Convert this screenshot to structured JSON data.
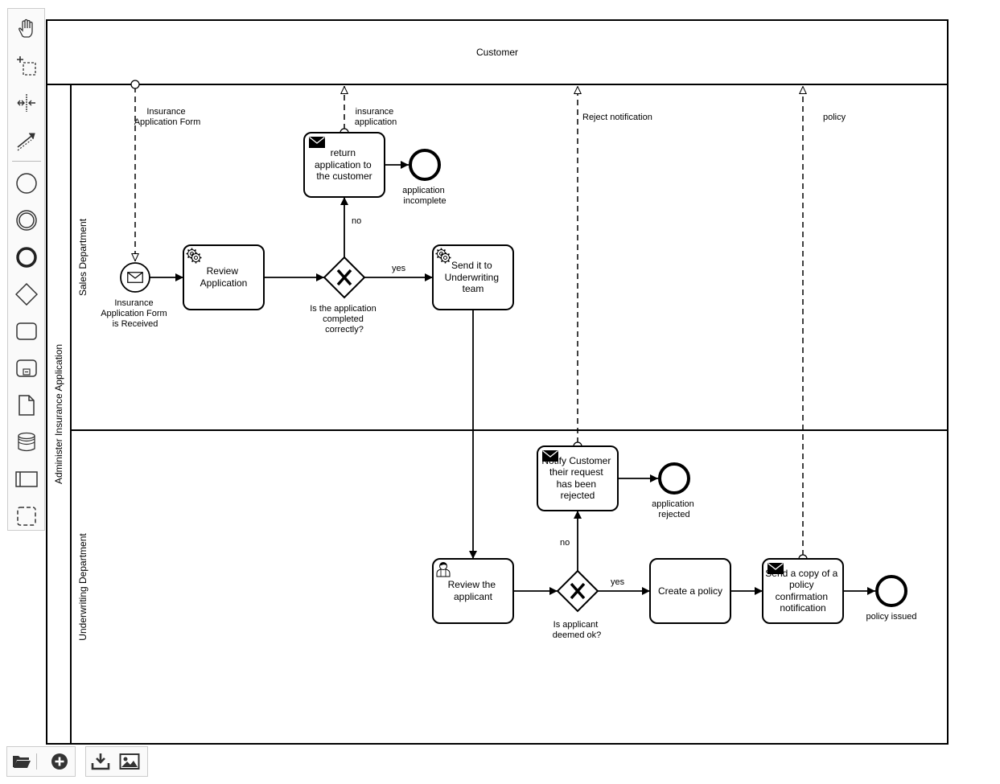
{
  "palette": {
    "tools": [
      {
        "icon": "hand-tool-icon"
      },
      {
        "icon": "lasso-tool-icon"
      },
      {
        "icon": "space-tool-icon"
      },
      {
        "icon": "global-connect-tool-icon"
      },
      {
        "icon": "start-event-icon"
      },
      {
        "icon": "intermediate-event-icon"
      },
      {
        "icon": "end-event-icon"
      },
      {
        "icon": "gateway-icon"
      },
      {
        "icon": "task-icon"
      },
      {
        "icon": "subprocess-icon"
      },
      {
        "icon": "data-object-icon"
      },
      {
        "icon": "data-store-icon"
      },
      {
        "icon": "pool-participant-icon"
      },
      {
        "icon": "group-icon"
      }
    ]
  },
  "diagram": {
    "customer_pool": "Customer",
    "process_pool": "Administer Insurance Application",
    "lanes": {
      "sales": "Sales Department",
      "underwriting": "Underwriting Department"
    },
    "events": {
      "start": [
        "Insurance",
        "Application Form",
        "is Received"
      ],
      "incomplete": [
        "application",
        "incomplete"
      ],
      "rejected": [
        "application",
        "rejected"
      ],
      "issued": [
        "policy issued"
      ]
    },
    "tasks": {
      "review_application": [
        "Review",
        "Application"
      ],
      "return_application": [
        "return",
        "application to",
        "the customer"
      ],
      "send_underwriting": [
        "Send it to",
        "Underwriting",
        "team"
      ],
      "notify_customer": [
        "Notify Customer",
        "their request",
        "has been",
        "rejected"
      ],
      "review_applicant": [
        "Review the",
        "applicant"
      ],
      "create_policy": [
        "Create a policy"
      ],
      "send_copy": [
        "Send a copy of a",
        "policy",
        "confirmation",
        "notification"
      ]
    },
    "gateways": {
      "completed": [
        "Is the application",
        "completed",
        "correctly?"
      ],
      "deemed_ok": [
        "Is applicant",
        "deemed ok?"
      ]
    },
    "flow_labels": {
      "no_1": "no",
      "yes_1": "yes",
      "no_2": "no",
      "yes_2": "yes"
    },
    "message_labels": {
      "form": [
        "Insurance",
        "Application Form"
      ],
      "insurance_application": [
        "insurance",
        "application"
      ],
      "reject_notification": [
        "Reject notification"
      ],
      "policy": [
        "policy"
      ]
    }
  },
  "toolbar": {
    "buttons": [
      {
        "icon": "open-folder-icon"
      },
      {
        "icon": "new-diagram-icon"
      },
      {
        "icon": "download-icon"
      },
      {
        "icon": "export-image-icon"
      }
    ]
  }
}
